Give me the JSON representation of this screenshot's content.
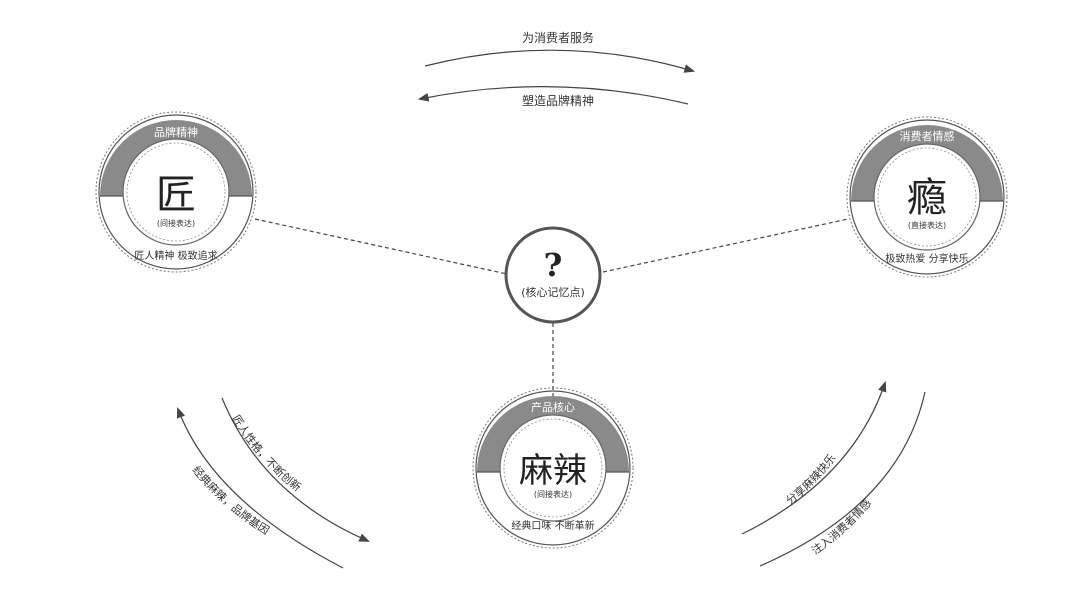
{
  "arrows": {
    "top_right": "为消费者服务",
    "top_left": "塑造品牌精神",
    "left_outer": "经典麻辣，品牌基因",
    "left_inner": "匠人性格，不断创新",
    "right_inner": "分享麻辣快乐",
    "right_outer": "注入消费者情感"
  },
  "center": {
    "symbol": "?",
    "caption": "(核心记忆点)"
  },
  "nodes": {
    "left": {
      "badge": "品牌精神",
      "glyph": "匠",
      "sub": "(间接表达)",
      "bottom": "匠人精神  极致追求"
    },
    "right": {
      "badge": "消费者情感",
      "glyph": "瘾",
      "sub": "(直接表达)",
      "bottom": "极致热爱  分享快乐"
    },
    "bottom": {
      "badge": "产品核心",
      "glyph": "麻辣",
      "sub": "(间接表达)",
      "bottom": "经典口味  不断革新"
    }
  },
  "colors": {
    "ring_gray": "#8a8a8a",
    "stroke": "#555555",
    "text": "#333333"
  }
}
